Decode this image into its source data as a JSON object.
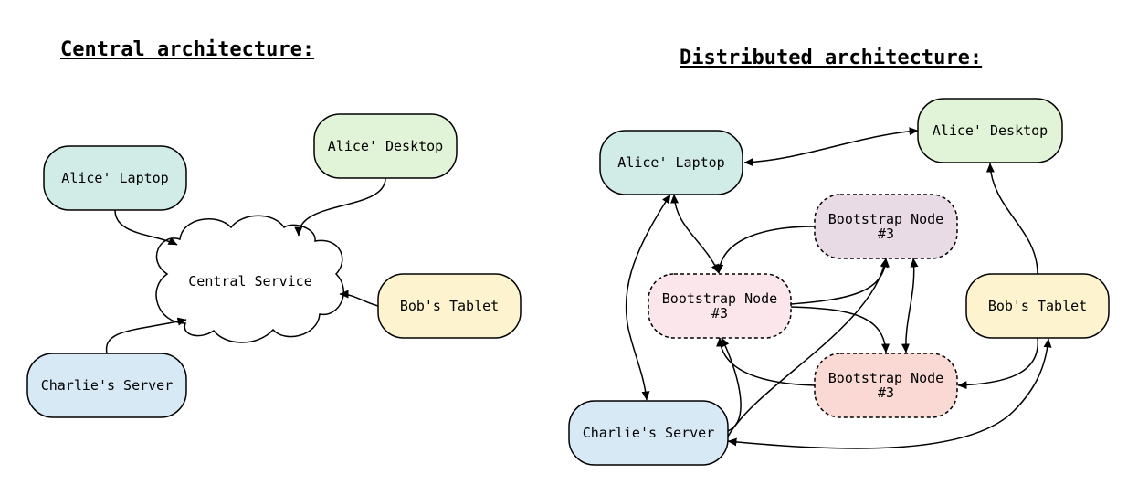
{
  "titles": {
    "central": "Central architecture:",
    "distributed": "Distributed architecture:"
  },
  "central": {
    "cloud_label": "Central Service",
    "nodes": [
      {
        "id": "c-alice-laptop",
        "lines": [
          "Alice' Laptop"
        ],
        "fill": "#d1ebe6"
      },
      {
        "id": "c-alice-desktop",
        "lines": [
          "Alice' Desktop"
        ],
        "fill": "#e2f4d7"
      },
      {
        "id": "c-bobs-tablet",
        "lines": [
          "Bob's Tablet"
        ],
        "fill": "#fdf3cf"
      },
      {
        "id": "c-charlies-server",
        "lines": [
          "Charlie's Server"
        ],
        "fill": "#d8e9f6"
      }
    ]
  },
  "distributed": {
    "nodes": [
      {
        "id": "d-alice-laptop",
        "lines": [
          "Alice' Laptop"
        ],
        "fill": "#d1ebe6",
        "dashed": false
      },
      {
        "id": "d-alice-desktop",
        "lines": [
          "Alice' Desktop"
        ],
        "fill": "#e2f4d7",
        "dashed": false
      },
      {
        "id": "d-bobs-tablet",
        "lines": [
          "Bob's Tablet"
        ],
        "fill": "#fdf3cf",
        "dashed": false
      },
      {
        "id": "d-charlies-server",
        "lines": [
          "Charlie's Server"
        ],
        "fill": "#d8e9f6",
        "dashed": false
      },
      {
        "id": "d-bootstrap-purple",
        "lines": [
          "Bootstrap Node",
          "#3"
        ],
        "fill": "#e8dbe6",
        "dashed": true
      },
      {
        "id": "d-bootstrap-pink",
        "lines": [
          "Bootstrap Node",
          "#3"
        ],
        "fill": "#fbe6ec",
        "dashed": true
      },
      {
        "id": "d-bootstrap-red",
        "lines": [
          "Bootstrap Node",
          "#3"
        ],
        "fill": "#fad8d3",
        "dashed": true
      }
    ]
  }
}
